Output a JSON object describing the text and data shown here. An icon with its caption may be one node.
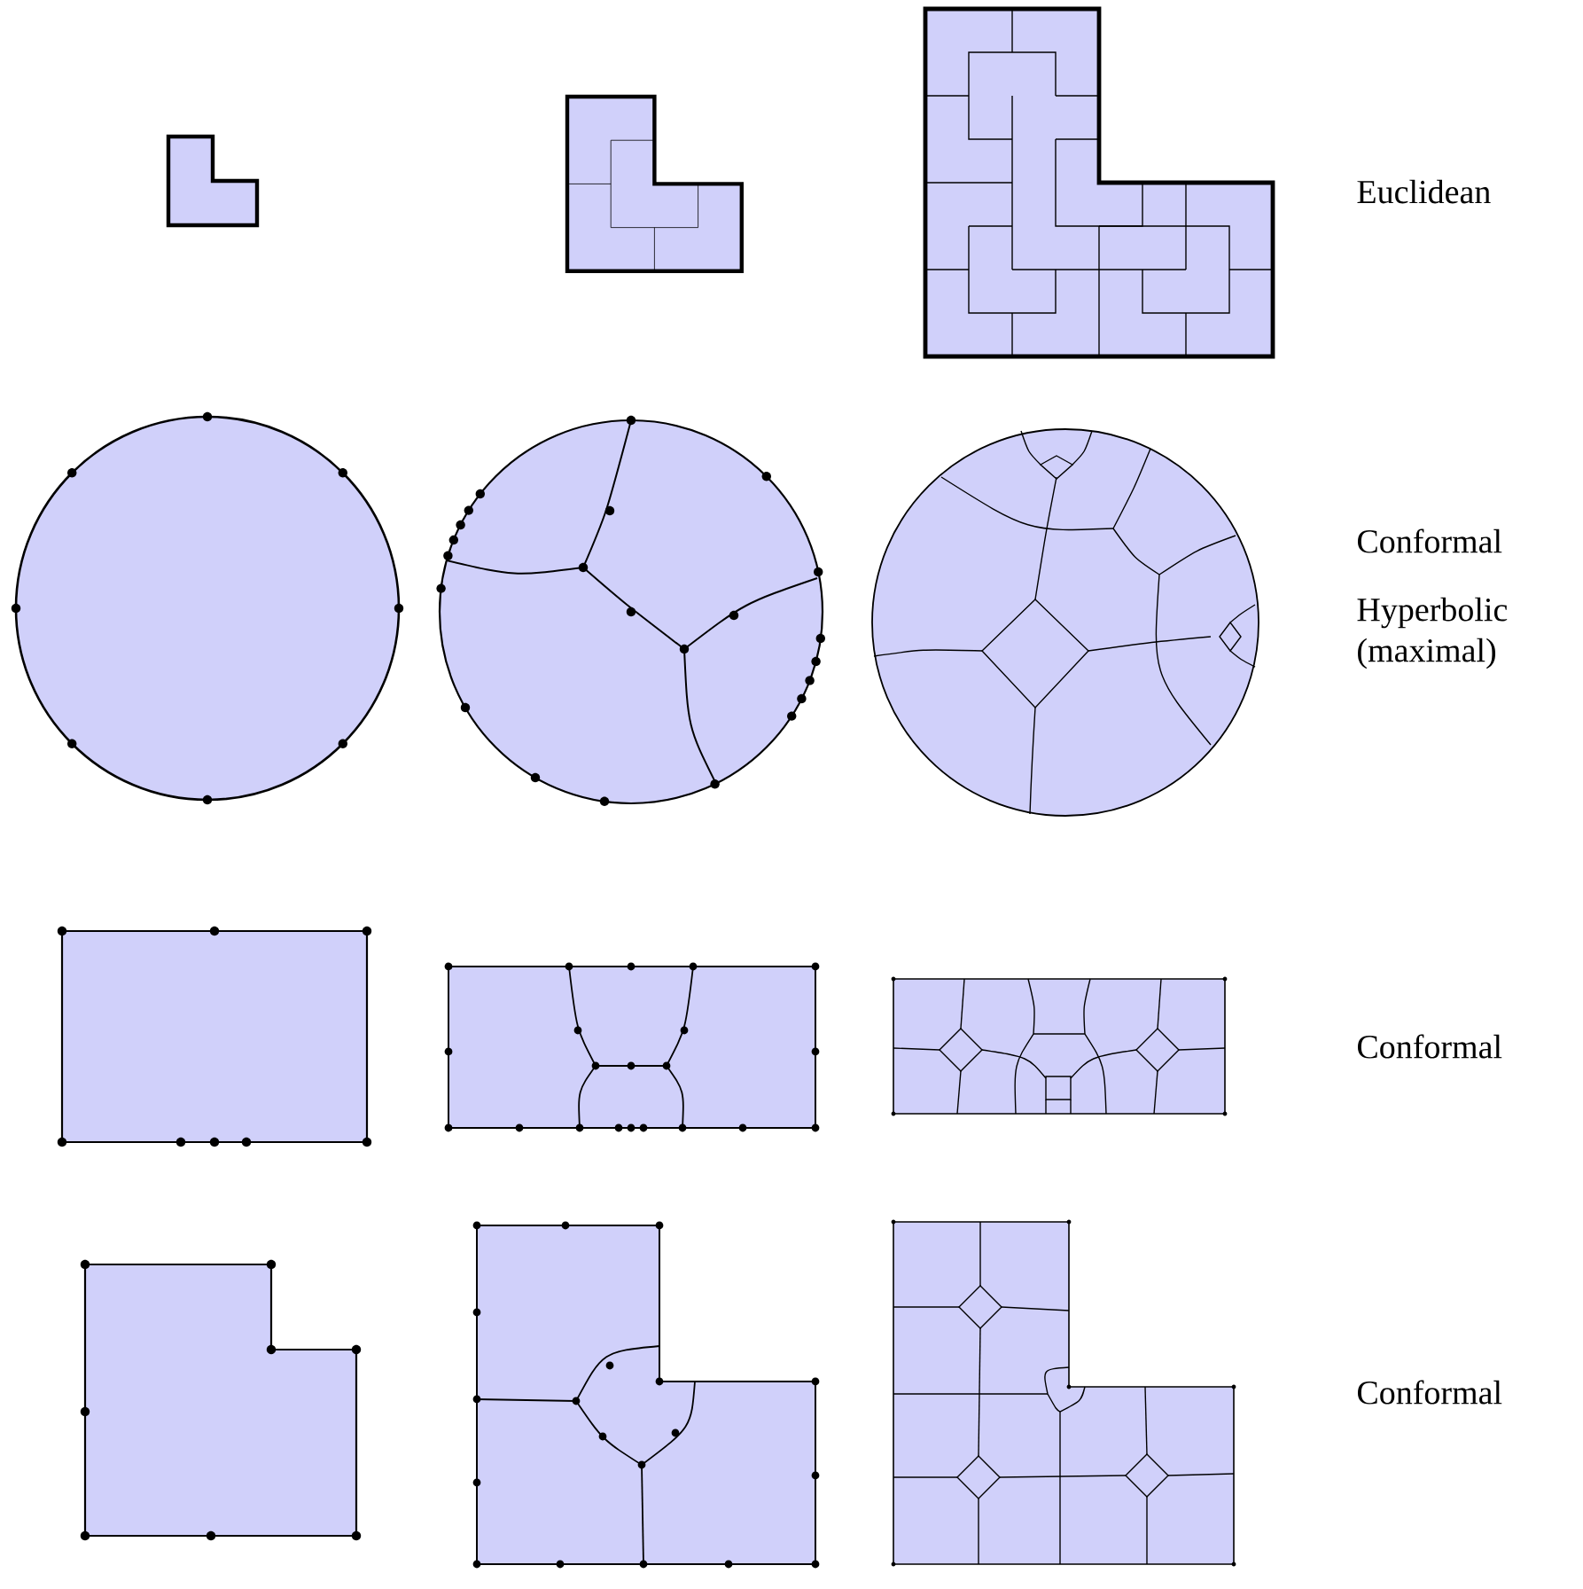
{
  "diagram": {
    "labels": [
      "Euclidean",
      "Conformal",
      "Hyperbolic (maximal)",
      "Conformal",
      "Conformal"
    ]
  }
}
